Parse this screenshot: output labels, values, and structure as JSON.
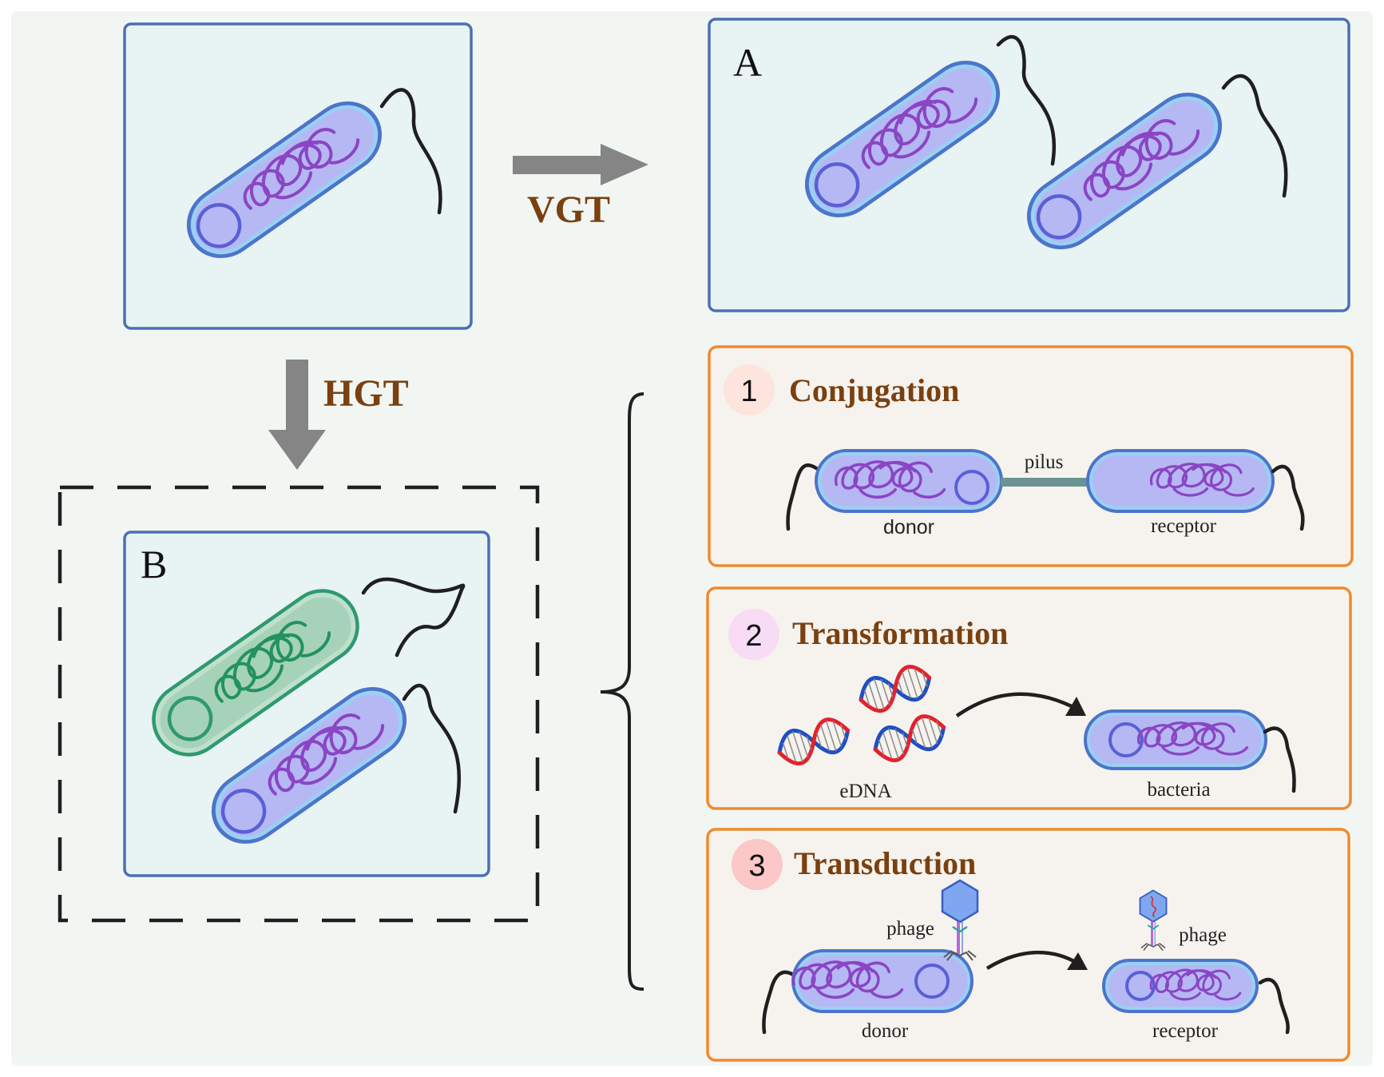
{
  "labels": {
    "vgt": "VGT",
    "hgt": "HGT",
    "panel_a": "A",
    "panel_b": "B"
  },
  "panels": {
    "conjugation": {
      "number": "1",
      "title": "Conjugation",
      "pilus": "pilus",
      "donor": "donor",
      "receptor": "receptor"
    },
    "transformation": {
      "number": "2",
      "title": "Transformation",
      "edna": "eDNA",
      "bacteria": "bacteria"
    },
    "transduction": {
      "number": "3",
      "title": "Transduction",
      "phage_left": "phage",
      "phage_right": "phage",
      "donor": "donor",
      "receptor": "receptor"
    }
  },
  "colors": {
    "cell_fill": "#b5b8f3",
    "cell_stroke": "#4c74c9",
    "cell_inner": "#9ad0f4",
    "chromosome": "#8a45c4",
    "green_cell": "#a6d2b9",
    "green_stroke": "#2e9970",
    "panel_blue_fill": "#e8f3f3",
    "panel_blue_stroke": "#4c6fb4",
    "panel_orange_fill": "#f6f3ee",
    "panel_orange_stroke": "#ef8a2c",
    "label_brown": "#7a4010",
    "arrow_gray": "#858585",
    "badge_1": "#fde4dc",
    "badge_2": "#f8dcf5",
    "badge_3": "#fbc7c7"
  }
}
